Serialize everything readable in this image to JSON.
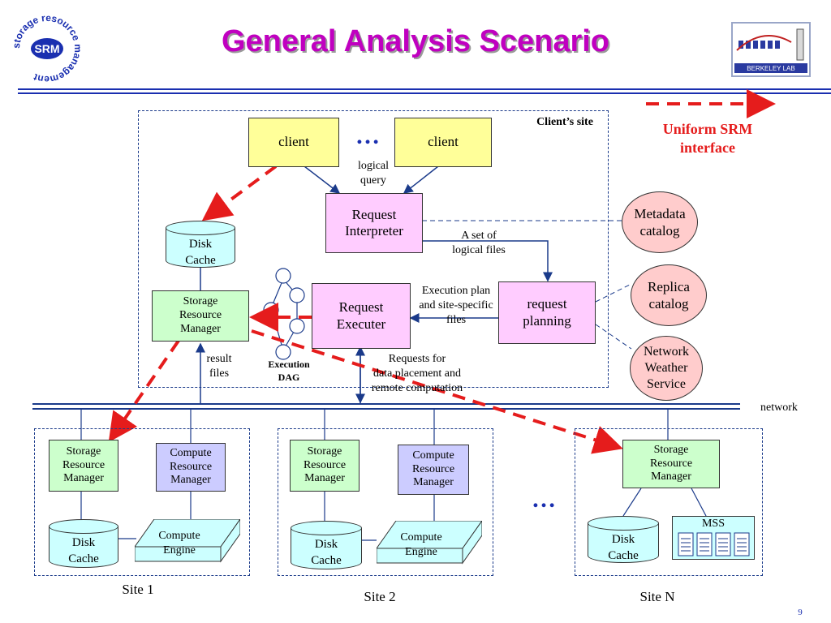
{
  "slide": {
    "title": "General Analysis Scenario",
    "page_number": "9",
    "logo_srm": {
      "ring_text": "storage resource management",
      "center": "SRM"
    },
    "logo_lab": "BERKELEY LAB"
  },
  "legend": {
    "label": "Uniform SRM interface",
    "color": "#e51c1c"
  },
  "client_site": {
    "label": "Client’s site",
    "client1": "client",
    "client2": "client",
    "ellipsis": "…",
    "logical_query": "logical\nquery",
    "request_interpreter": "Request\nInterpreter",
    "logical_files": "A set of\nlogical files",
    "disk_cache": "Disk\nCache",
    "storage_rm": "Storage\nResource\nManager",
    "exec_dag": "Execution\nDAG",
    "request_executer": "Request\nExecuter",
    "exec_plan": "Execution plan\nand site-specific\nfiles",
    "request_planning": "request\nplanning",
    "result_files": "result\nfiles",
    "requests_for": "Requests for\ndata placement and\nremote computation"
  },
  "catalogs": {
    "metadata": "Metadata\ncatalog",
    "replica": "Replica\ncatalog",
    "nws": "Network\nWeather\nService"
  },
  "network_label": "network",
  "sites": [
    {
      "name": "Site 1",
      "srm": "Storage\nResource\nManager",
      "crm": "Compute\nResource\nManager",
      "disk": "Disk\nCache",
      "engine": "Compute\nEngine"
    },
    {
      "name": "Site 2",
      "srm": "Storage\nResource\nManager",
      "crm": "Compute\nResource\nManager",
      "disk": "Disk\nCache",
      "engine": "Compute\nEngine"
    },
    {
      "name": "Site N",
      "srm": "Storage\nResource\nManager",
      "disk": "Disk\nCache",
      "mss": "MSS"
    }
  ],
  "sites_ellipsis": "…",
  "colors": {
    "title": "#c000c0",
    "srm_dashed": "#e51c1c",
    "network": "#1a3a8a"
  }
}
